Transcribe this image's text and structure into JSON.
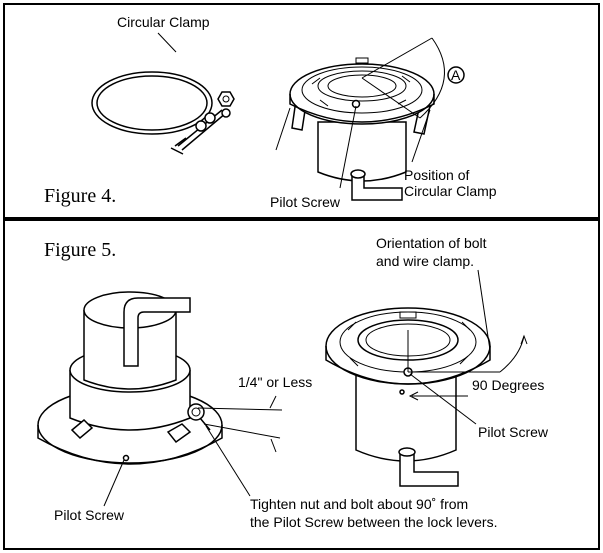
{
  "figure4": {
    "title": "Figure 4.",
    "labels": {
      "circular_clamp": "Circular Clamp",
      "pilot_screw": "Pilot Screw",
      "position_line1": "Position of",
      "position_line2": "Circular Clamp",
      "marker": "A"
    }
  },
  "figure5": {
    "title": "Figure 5.",
    "labels": {
      "orientation_line1": "Orientation of bolt",
      "orientation_line2": "and wire clamp.",
      "quarter_inch": "1/4\" or Less",
      "ninety_degrees": "90 Degrees",
      "pilot_screw_right": "Pilot Screw",
      "pilot_screw_left": "Pilot Screw",
      "tighten_line1": "Tighten nut and bolt about 90˚ from",
      "tighten_line2": "the Pilot Screw between the lock levers."
    }
  }
}
